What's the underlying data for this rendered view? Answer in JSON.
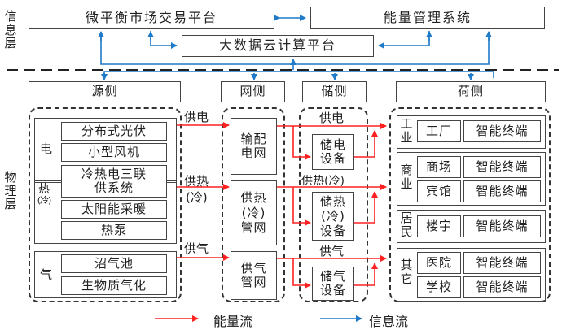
{
  "layers": {
    "info_layer_label": "信息层",
    "physical_layer_label": "物理层"
  },
  "info_layer": {
    "market_platform": "微平衡市场交易平台",
    "energy_management": "能量管理系统",
    "bigdata_platform": "大数据云计算平台"
  },
  "sides": {
    "source": "源侧",
    "grid": "网侧",
    "storage": "储侧",
    "load": "荷侧"
  },
  "source": {
    "electric": {
      "label": "电",
      "items": [
        "分布式光伏",
        "小型风机"
      ]
    },
    "cchp": "冷热电三联供系统",
    "cchp_line1": "冷热电三联",
    "cchp_line2": "供系统",
    "heat": {
      "label": "热(冷)",
      "items": [
        "太阳能采暖",
        "热泵"
      ]
    },
    "gas": {
      "label": "气",
      "items": [
        "沼气池",
        "生物质气化"
      ]
    }
  },
  "flows": {
    "power": "供电",
    "heat_line1": "供热",
    "heat_line2": "(冷)",
    "heat_full": "供热(冷)",
    "gas": "供气"
  },
  "grid": {
    "power_net": "输配电网",
    "heat_net": "供热(冷)管网",
    "gas_net": "供气管网"
  },
  "storage": {
    "power": "储电设备",
    "heat": "储热(冷)设备",
    "gas": "储气设备"
  },
  "load": {
    "groups": [
      {
        "label": "工业",
        "rows": [
          {
            "site": "工厂",
            "terminal": "智能终端"
          }
        ]
      },
      {
        "label": "商业",
        "rows": [
          {
            "site": "商场",
            "terminal": "智能终端"
          },
          {
            "site": "宾馆",
            "terminal": "智能终端"
          }
        ]
      },
      {
        "label": "居民",
        "rows": [
          {
            "site": "楼宇",
            "terminal": "智能终端"
          }
        ]
      },
      {
        "label": "其它",
        "rows": [
          {
            "site": "医院",
            "terminal": "智能终端"
          },
          {
            "site": "学校",
            "terminal": "智能终端"
          }
        ]
      }
    ]
  },
  "legend": {
    "energy_flow": "能量流",
    "info_flow": "信息流",
    "energy_color": "#ff2020",
    "info_color": "#1f7ac8"
  }
}
